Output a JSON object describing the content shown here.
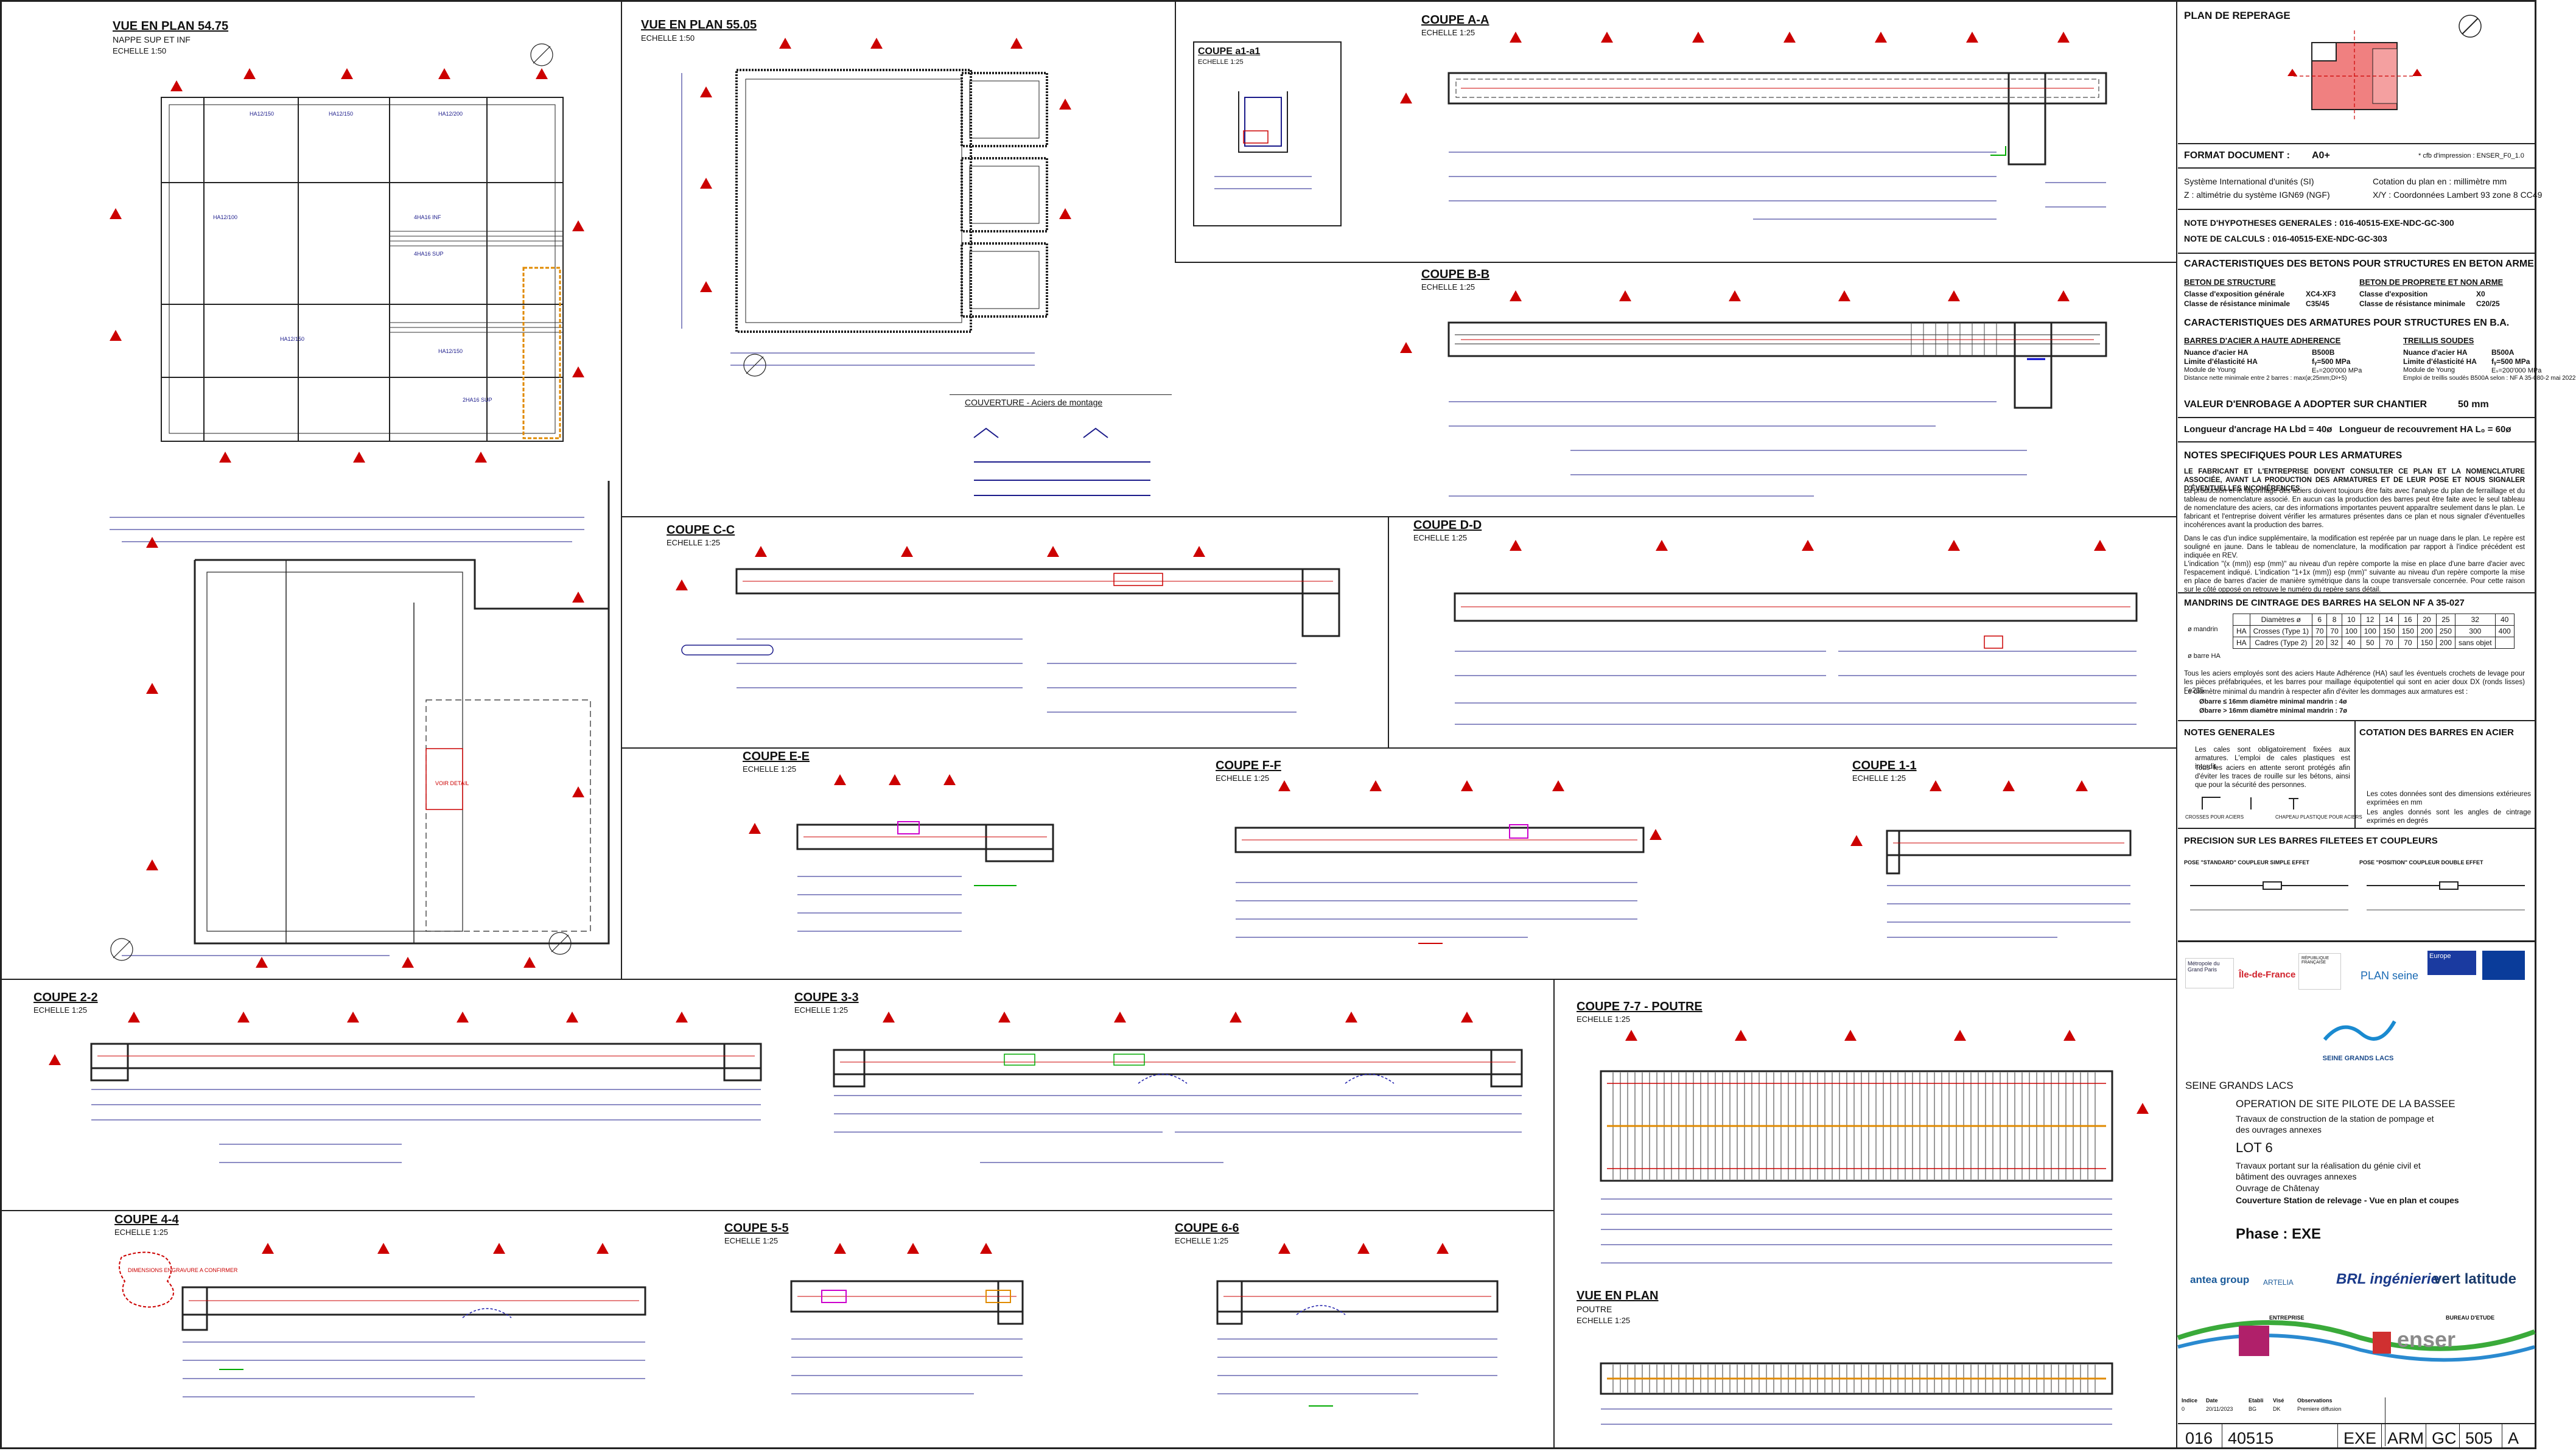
{
  "views": {
    "plan_5475": {
      "title": "VUE EN PLAN 54.75",
      "subtitle": "NAPPE SUP ET INF",
      "scale": "ECHELLE 1:50"
    },
    "plan_5505": {
      "title": "VUE EN PLAN 55.05",
      "scale": "ECHELLE 1:50"
    },
    "coupe_a1": {
      "title": "COUPE a1-a1",
      "scale": "ECHELLE 1:25"
    },
    "coupe_aa": {
      "title": "COUPE A-A",
      "scale": "ECHELLE 1:25"
    },
    "coupe_bb": {
      "title": "COUPE B-B",
      "scale": "ECHELLE 1:25"
    },
    "coupe_cc": {
      "title": "COUPE C-C",
      "scale": "ECHELLE 1:25"
    },
    "coupe_dd": {
      "title": "COUPE D-D",
      "scale": "ECHELLE 1:25"
    },
    "coupe_ee": {
      "title": "COUPE E-E",
      "scale": "ECHELLE 1:25"
    },
    "coupe_ff": {
      "title": "COUPE F-F",
      "scale": "ECHELLE 1:25"
    },
    "coupe_11": {
      "title": "COUPE 1-1",
      "scale": "ECHELLE 1:25"
    },
    "coupe_22": {
      "title": "COUPE 2-2",
      "scale": "ECHELLE 1:25"
    },
    "coupe_33": {
      "title": "COUPE 3-3",
      "scale": "ECHELLE 1:25"
    },
    "coupe_44": {
      "title": "COUPE 4-4",
      "scale": "ECHELLE 1:25"
    },
    "coupe_55": {
      "title": "COUPE 5-5",
      "scale": "ECHELLE 1:25"
    },
    "coupe_66": {
      "title": "COUPE 6-6",
      "scale": "ECHELLE 1:25"
    },
    "coupe_77": {
      "title": "COUPE 7-7 - POUTRE",
      "scale": "ECHELLE 1:25"
    },
    "plan_poutre": {
      "title": "VUE EN PLAN",
      "subtitle": "POUTRE",
      "scale": "ECHELLE 1:25"
    }
  },
  "couverture": {
    "title": "COUVERTURE - Aciers de montage"
  },
  "dimensions_note": "DIMENSIONS ENGRAVURE A CONFIRMER",
  "panel": {
    "plan_reperage": "PLAN DE REPERAGE",
    "format_label": "FORMAT DOCUMENT :",
    "format_value": "A0+",
    "impression": "* cfb d'impression : ENSER_F0_1.0",
    "si": "Système International d'unités (SI)",
    "cotation": "Cotation du plan en : millimètre mm",
    "altimetrie": "Z : altimétrie du système IGN69 (NGF)",
    "coord": "X/Y : Coordonnées Lambert 93 zone 8 CC49",
    "note_hyp": "NOTE D'HYPOTHESES GENERALES : 016-40515-EXE-NDC-GC-300",
    "note_calc": "NOTE DE CALCULS : 016-40515-EXE-NDC-GC-303",
    "carac_betons": "CARACTERISTIQUES DES BETONS POUR STRUCTURES EN BETON ARME",
    "beton_struct": "BETON DE STRUCTURE",
    "beton_prop": "BETON DE PROPRETE ET NON ARME",
    "expo_label": "Classe d'exposition générale",
    "expo_val": "XC4-XF3",
    "res_label": "Classe de résistance minimale",
    "res_val": "C35/45",
    "expo2_label": "Classe d'exposition",
    "expo2_val": "X0",
    "res2_label": "Classe de résistance minimale",
    "res2_val": "C20/25",
    "carac_arm": "CARACTERISTIQUES DES ARMATURES POUR STRUCTURES EN B.A.",
    "barres_ha": "BARRES D'ACIER A HAUTE ADHERENCE",
    "treillis": "TREILLIS SOUDES",
    "nuance_label": "Nuance d'acier HA",
    "nuance_val": "B500B",
    "nuance2_val": "B500A",
    "limite_label": "Limite d'élasticité HA",
    "limite_val": "fᵧ=500 MPa",
    "module_label": "Module de Young",
    "module_val": "Eₛ=200'000 MPa",
    "distance_note": "Distance nette minimale entre 2 barres : max(ø;25mm;Dᵍ+5)",
    "emploi_note": "Emploi de treillis soudés B500A selon : NF A 35-080-2 mai 2022",
    "enrobage_label": "VALEUR D'ENROBAGE A ADOPTER SUR CHANTIER",
    "enrobage_val": "50 mm",
    "ancrage": "Longueur d'ancrage HA   Lbd = 40ø",
    "recouvrement": "Longueur de recouvrement  HA L₀ = 60ø",
    "notes_arm": "NOTES SPECIFIQUES POUR LES ARMATURES",
    "para1": "LE FABRICANT ET L'ENTREPRISE DOIVENT CONSULTER CE PLAN ET LA NOMENCLATURE ASSOCIÉE, AVANT LA PRODUCTION DES ARMATURES ET DE LEUR POSE ET NOUS SIGNALER D'ÉVENTUELLES INCOHÉRENCES.",
    "para2": "La production et le façonnage des aciers doivent toujours être faits avec l'analyse du plan de ferraillage et du tableau de nomenclature associé. En aucun cas la production des barres peut être faite avec le seul tableau de nomenclature des aciers, car des informations importantes peuvent apparaître seulement dans le plan. Le fabricant et l'entreprise doivent vérifier les armatures présentes dans ce plan et nous signaler d'éventuelles incohérences avant la production des barres.",
    "para3": "Dans le cas d'un indice supplémentaire, la modification est repérée par un nuage dans le plan. Le repère est souligné en jaune. Dans le tableau de nomenclature, la modification par rapport à l'indice précédent est indiquée en REV.",
    "para4": "L'indication \"(x (mm)) esp (mm)\" au niveau d'un repère comporte la mise en place d'une barre d'acier avec l'espacement indiqué. L'indication \"1+1x (mm)) esp (mm)\" suivante au niveau d'un repère comporte la mise en place de barres d'acier de manière symétrique dans la coupe transversale concernée. Pour cette raison sur le côté opposé on retrouve le numéro du repère sans détail.",
    "mandrins": "MANDRINS DE CINTRAGE DES BARRES HA SELON NF A 35-027",
    "diam_label": "Diamètres ø",
    "diam": [
      "6",
      "8",
      "10",
      "12",
      "14",
      "16",
      "20",
      "25",
      "32",
      "40"
    ],
    "crosses_label": "Crosses (Type 1)",
    "crosses": [
      "70",
      "70",
      "100",
      "100",
      "150",
      "150",
      "200",
      "250",
      "300",
      "400"
    ],
    "cadres_label": "Cadres (Type 2)",
    "cadres": [
      "20",
      "32",
      "40",
      "50",
      "70",
      "70",
      "150",
      "200",
      "sans objet",
      ""
    ],
    "mandrin_label": "ø mandrin",
    "ha_label": "HA",
    "barre_label": "ø barre HA",
    "para5": "Tous les aciers employés sont des aciers Haute Adhérence (HA) sauf les éventuels crochets de levage pour les pièces préfabriquées, et les barres pour maillage équipotentiel qui sont en acier doux DX (ronds lisses) Fe235.",
    "para6": "Le diamètre minimal du mandrin à respecter afin d'éviter les dommages aux armatures est :",
    "bullet1": "Øbarre ≤ 16mm diamètre minimal mandrin : 4ø",
    "bullet2": "Øbarre > 16mm diamètre minimal mandrin : 7ø",
    "notes_gen": "NOTES GENERALES",
    "cotation_barres": "COTATION DES BARRES EN ACIER",
    "ng1": "Les cales sont obligatoirement fixées aux armatures. L'emploi de cales plastiques est interdit.",
    "ng2": "Tous les aciers en attente seront protégés afin d'éviter les traces de rouille sur les bétons, ainsi que pour la sécurité des personnes.",
    "cb1": "Les cotes données sont des dimensions extérieures exprimées en mm",
    "cb2": "Les angles donnés sont les angles de cintrage exprimés en degrés",
    "crosses_img": "CROSSES POUR ACIERS",
    "plastic_img": "CHAPEAU PLASTIQUE POUR ACIERS",
    "precision": "PRECISION SUR LES BARRES FILETEES ET COUPLEURS",
    "pose_std": "POSE \"STANDARD\" COUPLEUR SIMPLE EFFET",
    "pose_pos": "POSE \"POSITION\" COUPLEUR DOUBLE EFFET"
  },
  "cartouche": {
    "metropole": "Métropole du Grand Paris",
    "idf": "Île-de-France",
    "republique": "RÉPUBLIQUE FRANÇAISE",
    "plan_seine": "PLAN seine",
    "europe": "Europe",
    "sgl": "SEINE GRANDS LACS",
    "sgl_title": "SEINE GRANDS LACS",
    "operation": "OPERATION DE SITE PILOTE DE LA BASSEE",
    "travaux1": "Travaux de construction de la station de pompage et des ouvrages annexes",
    "lot": "LOT 6",
    "travaux2": "Travaux portant sur la réalisation du génie civil et bâtiment des ouvrages annexes",
    "ouvrage": "Ouvrage de Châtenay",
    "couverture": "Couverture Station de relevage - Vue en plan et coupes",
    "phase": "Phase : EXE",
    "logos": [
      "antea group",
      "ARTELIA",
      "BRL ingénierie",
      "vert latitude"
    ],
    "entreprise": "ENTREPRISE",
    "bureau": "BUREAU D'ETUDE",
    "enser": "enser",
    "table_head": [
      "Indice",
      "Date",
      "Etabli",
      "Visé",
      "Observations"
    ],
    "table_row": [
      "0",
      "20/11/2023",
      "BG",
      "DK",
      "Premiere diffusion"
    ],
    "code": [
      "016",
      "40515",
      "EXE",
      "ARM",
      "GC",
      "505",
      "A"
    ]
  }
}
